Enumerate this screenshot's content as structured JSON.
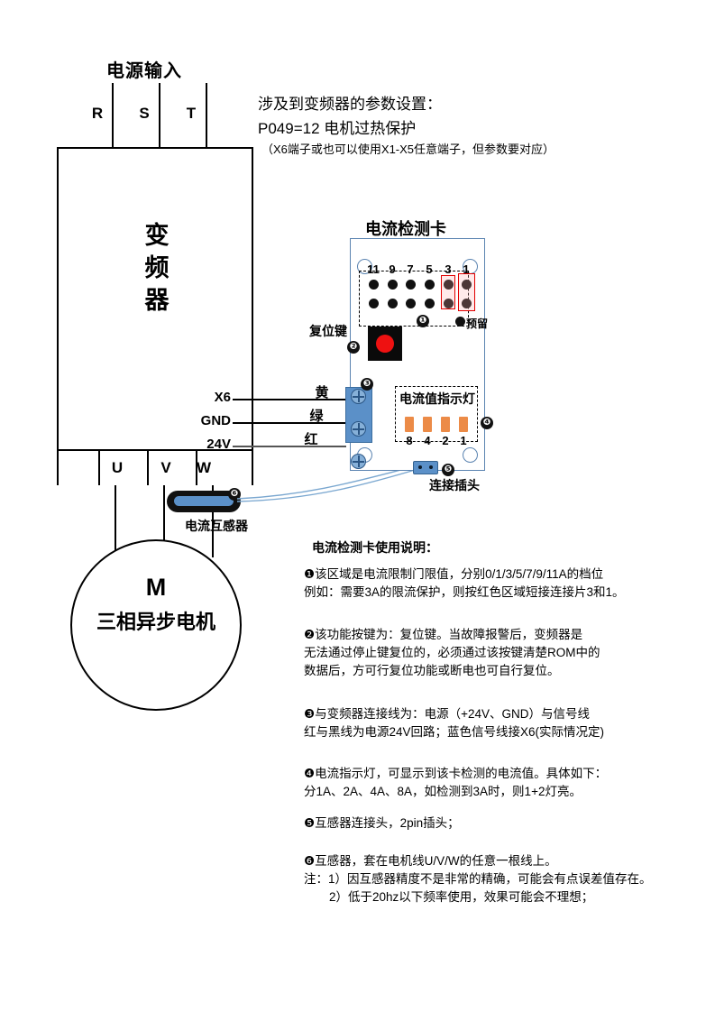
{
  "diagram": {
    "power_input": {
      "title": "电源输入",
      "phases": [
        "R",
        "S",
        "T"
      ]
    },
    "inverter": {
      "label": "变频器",
      "label_chars": [
        "变",
        "频",
        "器"
      ],
      "output_phases": [
        "U",
        "V",
        "W"
      ],
      "terminals": [
        {
          "name": "X6",
          "wire_color_label": "黄"
        },
        {
          "name": "GND",
          "wire_color_label": "绿"
        },
        {
          "name": "24V",
          "wire_color_label": "红"
        }
      ]
    },
    "motor": {
      "symbol": "M",
      "label": "三相异步电机"
    },
    "parameter_note": {
      "line1": "涉及到变频器的参数设置：",
      "line2": "P049=12   电机过热保护",
      "line3": "（X6端子或也可以使用X1-X5任意端子，但参数要对应）"
    },
    "card": {
      "title": "电流检测卡",
      "pin_numbers": [
        "11",
        "9",
        "7",
        "5",
        "3",
        "1"
      ],
      "highlighted_pins": [
        "3",
        "1"
      ],
      "reserve_label": "预留",
      "reset_button_label": "复位键",
      "led_group_title": "电流值指示灯",
      "led_numbers": [
        "8",
        "4",
        "2",
        "1"
      ],
      "plug_label": "连接插头",
      "markers": {
        "pins": "❶",
        "reset": "❷",
        "wiring": "❸",
        "leds": "❹",
        "plug": "❺",
        "ct": "❻"
      }
    },
    "current_transformer": {
      "label": "电流互感器"
    }
  },
  "instructions": {
    "title": "电流检测卡使用说明：",
    "items": [
      {
        "marker": "❶",
        "lines": [
          "❶该区域是电流限制门限值，分别0/1/3/5/7/9/11A的档位",
          "例如：需要3A的限流保护，则按红色区域短接连接片3和1。"
        ]
      },
      {
        "marker": "❷",
        "lines": [
          "❷该功能按键为：复位键。当故障报警后，变频器是",
          "无法通过停止键复位的，必须通过该按键清楚ROM中的",
          "数据后，方可行复位功能或断电也可自行复位。"
        ]
      },
      {
        "marker": "❸",
        "lines": [
          "❸与变频器连接线为：电源（+24V、GND）与信号线",
          "红与黑线为电源24V回路；蓝色信号线接X6(实际情况定)"
        ]
      },
      {
        "marker": "❹",
        "lines": [
          "❹电流指示灯，可显示到该卡检测的电流值。具体如下：",
          "分1A、2A、4A、8A，如检测到3A时，则1+2灯亮。"
        ]
      },
      {
        "marker": "❺",
        "lines": [
          "❺互感器连接头，2pin插头；"
        ]
      },
      {
        "marker": "❻",
        "lines": [
          "❻互感器，套在电机线U/V/W的任意一根线上。",
          "注：1）因互感器精度不是非常的精确，可能会有点误差值存在。",
          "2）低于20hz以下频率使用，效果可能会不理想；"
        ]
      }
    ]
  },
  "colors": {
    "card_border": "#5b84b1",
    "red_highlight": "#e10000",
    "led_orange": "#ec8b47",
    "terminal_blue": "#5b90c8",
    "wire_blue": "#7aa7d0"
  }
}
